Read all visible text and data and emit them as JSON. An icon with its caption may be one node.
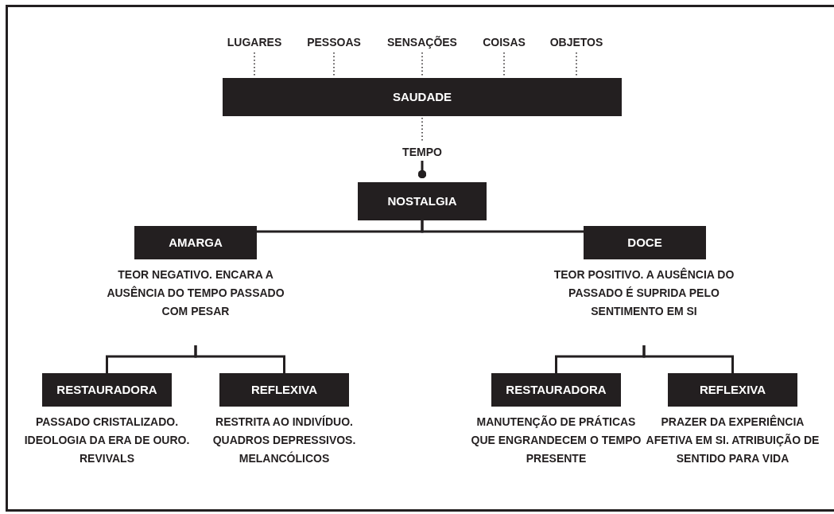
{
  "diagram": {
    "nodes": [
      {
        "text": [
          "LUGARES"
        ]
      },
      {
        "text": [
          "PESSOAS"
        ]
      },
      {
        "text": [
          "SENSAÇÕES"
        ]
      },
      {
        "text": [
          "COISAS"
        ]
      },
      {
        "text": [
          "OBJETOS"
        ]
      },
      {
        "text": [
          "SAUDADE"
        ]
      },
      {
        "text": [
          "TEMPO"
        ]
      },
      {
        "text": [
          "NOSTALGIA"
        ]
      },
      {
        "text": [
          "AMARGA"
        ]
      },
      {
        "text": [
          "TEOR NEGATIVO. ENCARA A AUSÊNCIA DO TEMPO PASSADO COM PESAR"
        ]
      },
      {
        "text": [
          "DOCE"
        ]
      },
      {
        "text": [
          "TEOR POSITIVO. A AUSÊNCIA DO PASSADO É SUPRIDA PELO SENTIMENTO EM SI"
        ]
      },
      {
        "text": [
          "RESTAURADORA"
        ],
        "beside": [
          "PASSADO CRISTALIZADO. IDEOLOGIA DA ERA DE OURO. REVIVALS"
        ]
      },
      {
        "text": [
          "REFLEXIVA"
        ],
        "beside": [
          "RESTRITA AO INDIVÍDUO. QUADROS DEPRESSIVOS. MELANCÓLICOS"
        ]
      },
      {
        "text": [
          "RESTAURADORA"
        ],
        "beside": [
          "MANUTENÇÃO DE PRÁTICAS QUE ENGRANDECEM O TEMPO PRESENTE"
        ]
      },
      {
        "text": [
          "REFLEXIVA"
        ],
        "beside": [
          "PRAZER DA EXPERIÊNCIA AFETIVA EM SI. ATRIBUIÇÃO DE SENTIDO PARA VIDA"
        ]
      }
    ],
    "edges": [
      {
        "from": 0,
        "to": 5,
        "arrow": "none",
        "style": "dashed"
      },
      {
        "from": 1,
        "to": 5,
        "arrow": "none",
        "style": "dashed"
      },
      {
        "from": 2,
        "to": 5,
        "arrow": "none",
        "style": "dashed"
      },
      {
        "from": 3,
        "to": 5,
        "arrow": "none",
        "style": "dashed"
      },
      {
        "from": 4,
        "to": 5,
        "arrow": "none",
        "style": "dashed"
      },
      {
        "from": 5,
        "to": 6,
        "arrow": "none",
        "style": "dashed"
      },
      {
        "from": 6,
        "to": 7,
        "arrow": "other"
      },
      {
        "from": 7,
        "to": 8,
        "arrow": "none"
      },
      {
        "from": 7,
        "to": 10,
        "arrow": "none"
      },
      {
        "from": 9,
        "to": 12,
        "arrow": "none"
      },
      {
        "from": 9,
        "to": 13,
        "arrow": "none"
      },
      {
        "from": 11,
        "to": 14,
        "arrow": "none"
      },
      {
        "from": 11,
        "to": 15,
        "arrow": "none"
      }
    ]
  }
}
